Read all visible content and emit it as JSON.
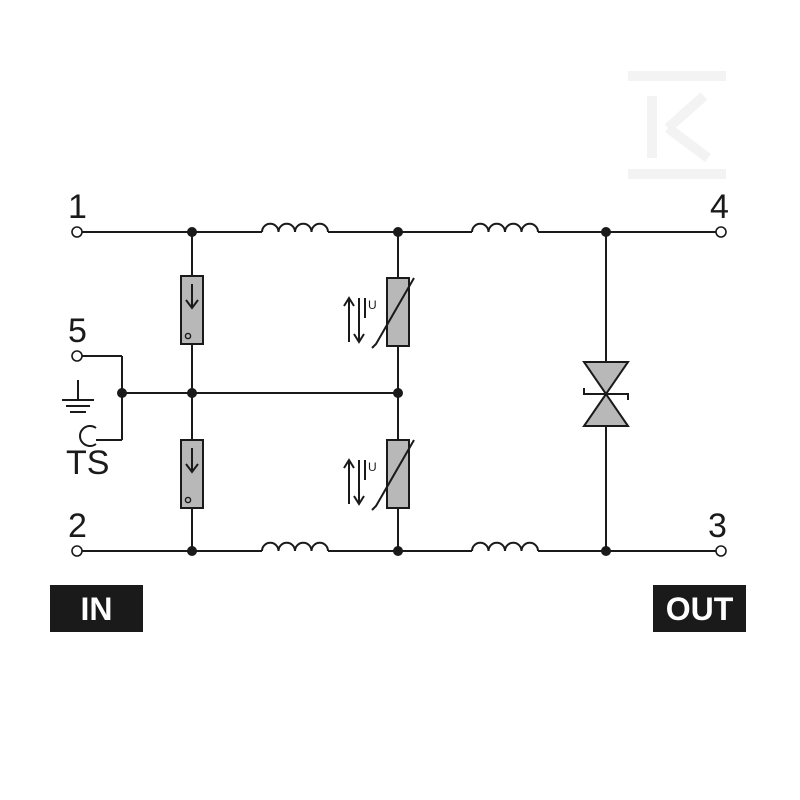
{
  "terminals": {
    "t1": "1",
    "t2": "2",
    "t3": "3",
    "t4": "4",
    "t5": "5"
  },
  "ground_label": "TS",
  "voltage_symbol": "U",
  "badges": {
    "input": "IN",
    "output": "OUT"
  },
  "components": {
    "gas_discharge_tubes": 2,
    "varistors": 2,
    "inductors": 4,
    "tvs_diode": 1
  },
  "colors": {
    "component_fill": "#b8b8b8",
    "line": "#1a1a1a",
    "badge_background": "#1a1a1a",
    "badge_text": "#ffffff"
  },
  "icons": [
    "ground-icon",
    "gas-discharge-tube-icon",
    "varistor-icon",
    "inductor-icon",
    "tvs-diode-icon",
    "terminal-icon"
  ]
}
